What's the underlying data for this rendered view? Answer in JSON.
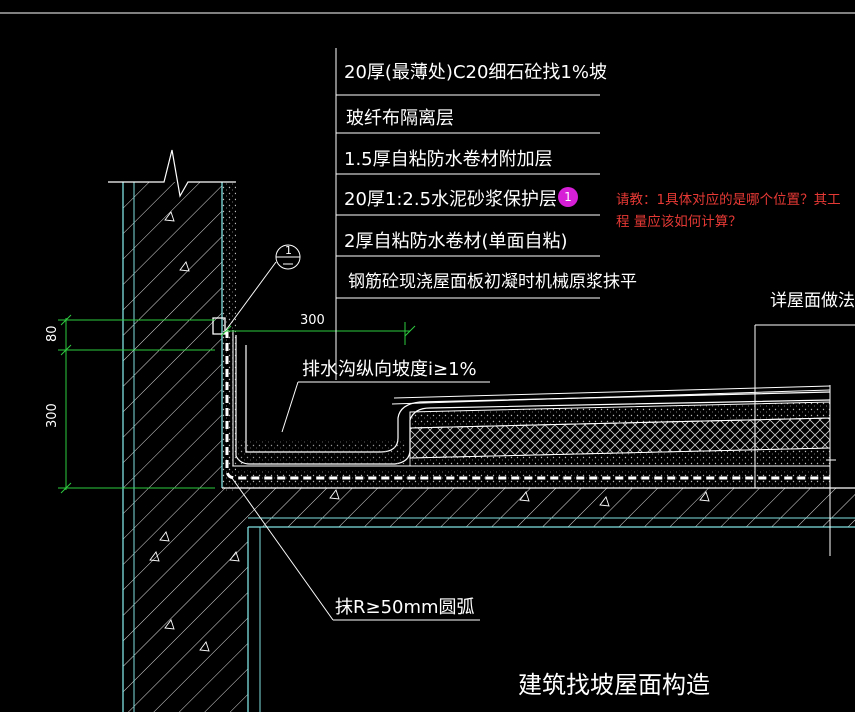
{
  "layers": [
    "20厚(最薄处)C20细石砼找1%坡",
    "玻纤布隔离层",
    "1.5厚自粘防水卷材附加层",
    "20厚1:2.5水泥砂浆保护层",
    "2厚自粘防水卷材(单面自粘)",
    "钢筋砼现浇屋面板初凝时机械原浆抹平"
  ],
  "labels": {
    "detail_ref": "详屋面做法",
    "gutter_slope": "排水沟纵向坡度i≥1%",
    "fillet": "抹R≥50mm圆弧",
    "title": "建筑找坡屋面构造",
    "callout": "1"
  },
  "dimensions": {
    "width_300": "300",
    "height_80": "80",
    "height_300": "300"
  },
  "annotation": {
    "marker": "1",
    "question": "请教：1具体对应的是哪个位置？其工程 量应该如何计算？"
  },
  "colors": {
    "background": "#000000",
    "line": "#ffffff",
    "hatch": "#ffffff",
    "wall_edge": "#7fe0e0",
    "dimension": "#2ecc40",
    "question_text": "#e53935",
    "marker_fill": "#d61fd6"
  }
}
